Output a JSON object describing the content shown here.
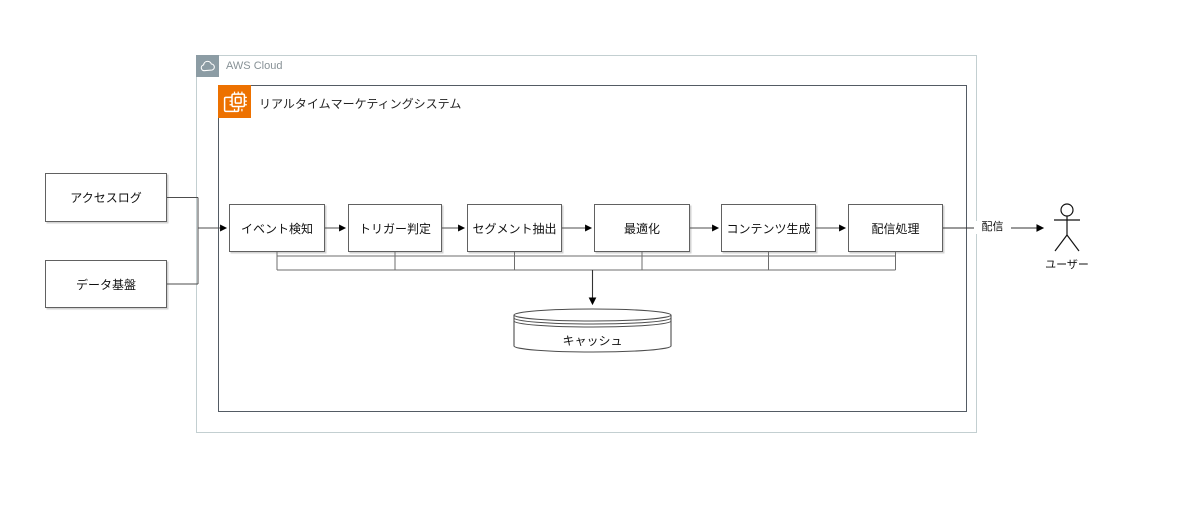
{
  "diagram": {
    "aws_cloud_label": "AWS Cloud",
    "system_title": "リアルタイムマーケティングシステム",
    "sources": [
      {
        "label": "アクセスログ"
      },
      {
        "label": "データ基盤"
      }
    ],
    "pipeline": [
      {
        "label": "イベント検知"
      },
      {
        "label": "トリガー判定"
      },
      {
        "label": "セグメント抽出"
      },
      {
        "label": "最適化"
      },
      {
        "label": "コンテンツ生成"
      },
      {
        "label": "配信処理"
      }
    ],
    "cache_label": "キャッシュ",
    "delivery_edge_label": "配信",
    "user_label": "ユーザー",
    "icons": {
      "tab_icon": "cloud-icon",
      "system_icon": "compute-chip-icon",
      "cache_icon": "database-cylinder-icon",
      "user_icon": "stick-figure-actor-icon"
    },
    "colors": {
      "compute_orange": "#ED7100",
      "aws_border": "#C3CFD1",
      "aws_tab": "#8C9CA4",
      "aws_label_text": "#879196",
      "system_border": "#545B64",
      "node_border": "#616161",
      "edge": "#4D4D4D"
    }
  }
}
